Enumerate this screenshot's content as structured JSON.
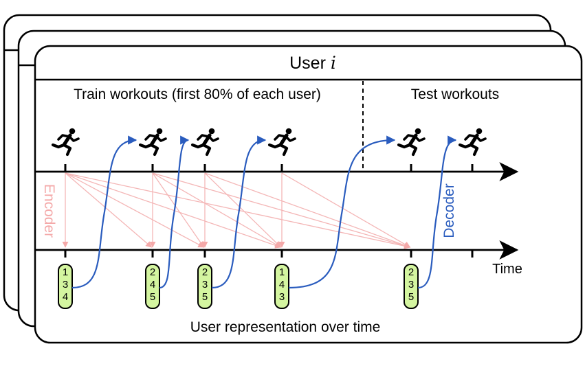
{
  "title_prefix": "User",
  "title_var": "i",
  "train_label": "Train workouts (first 80% of each user)",
  "test_label": "Test workouts",
  "encoder_label": "Encoder",
  "decoder_label": "Decoder",
  "time_label": "Time",
  "representation_label": "User representation over time",
  "workout_icon": "running-person-icon",
  "colors": {
    "encoder": "#f4b6b6",
    "decoder": "#2a5cbe",
    "representation_fill": "#d4f5a0",
    "frame_stroke": "#000000"
  },
  "representations": [
    {
      "items": [
        "1",
        "3",
        "4"
      ]
    },
    {
      "items": [
        "2",
        "4",
        "5"
      ]
    },
    {
      "items": [
        "2",
        "3",
        "5"
      ]
    },
    {
      "items": [
        "1",
        "4",
        "3"
      ]
    },
    {
      "items": [
        "2",
        "3",
        "5"
      ]
    }
  ],
  "workouts": [
    {
      "split": "train"
    },
    {
      "split": "train"
    },
    {
      "split": "train"
    },
    {
      "split": "train"
    },
    {
      "split": "test"
    },
    {
      "split": "test"
    }
  ]
}
